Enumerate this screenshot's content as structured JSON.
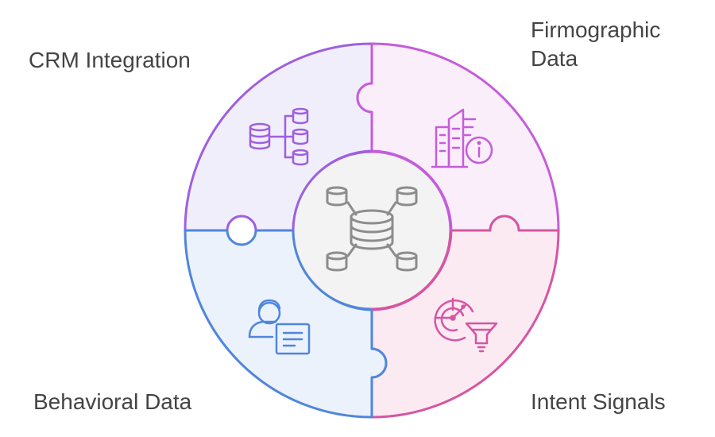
{
  "labels": {
    "crm": "CRM Integration",
    "firmo_line1": "Firmographic",
    "firmo_line2": "Data",
    "behavioral": "Behavioral Data",
    "intent": "Intent Signals"
  },
  "colors": {
    "crm_fill": "#F1EEFB",
    "firmo_fill": "#FAEEFB",
    "behavioral_fill": "#EBF2FC",
    "intent_fill": "#FCEAF3",
    "crm_stroke": "#9E5FE0",
    "firmo_stroke": "#C55CDB",
    "behavioral_stroke": "#4F86DC",
    "intent_stroke": "#D655A3",
    "center_fill": "#F3F3F3",
    "center_icon": "#8C8C8C",
    "text": "#444444"
  },
  "icons": {
    "crm": "database-tree-icon",
    "firmo": "building-info-icon",
    "behavioral": "user-document-icon",
    "intent": "radar-funnel-icon",
    "center": "central-database-network-icon"
  }
}
